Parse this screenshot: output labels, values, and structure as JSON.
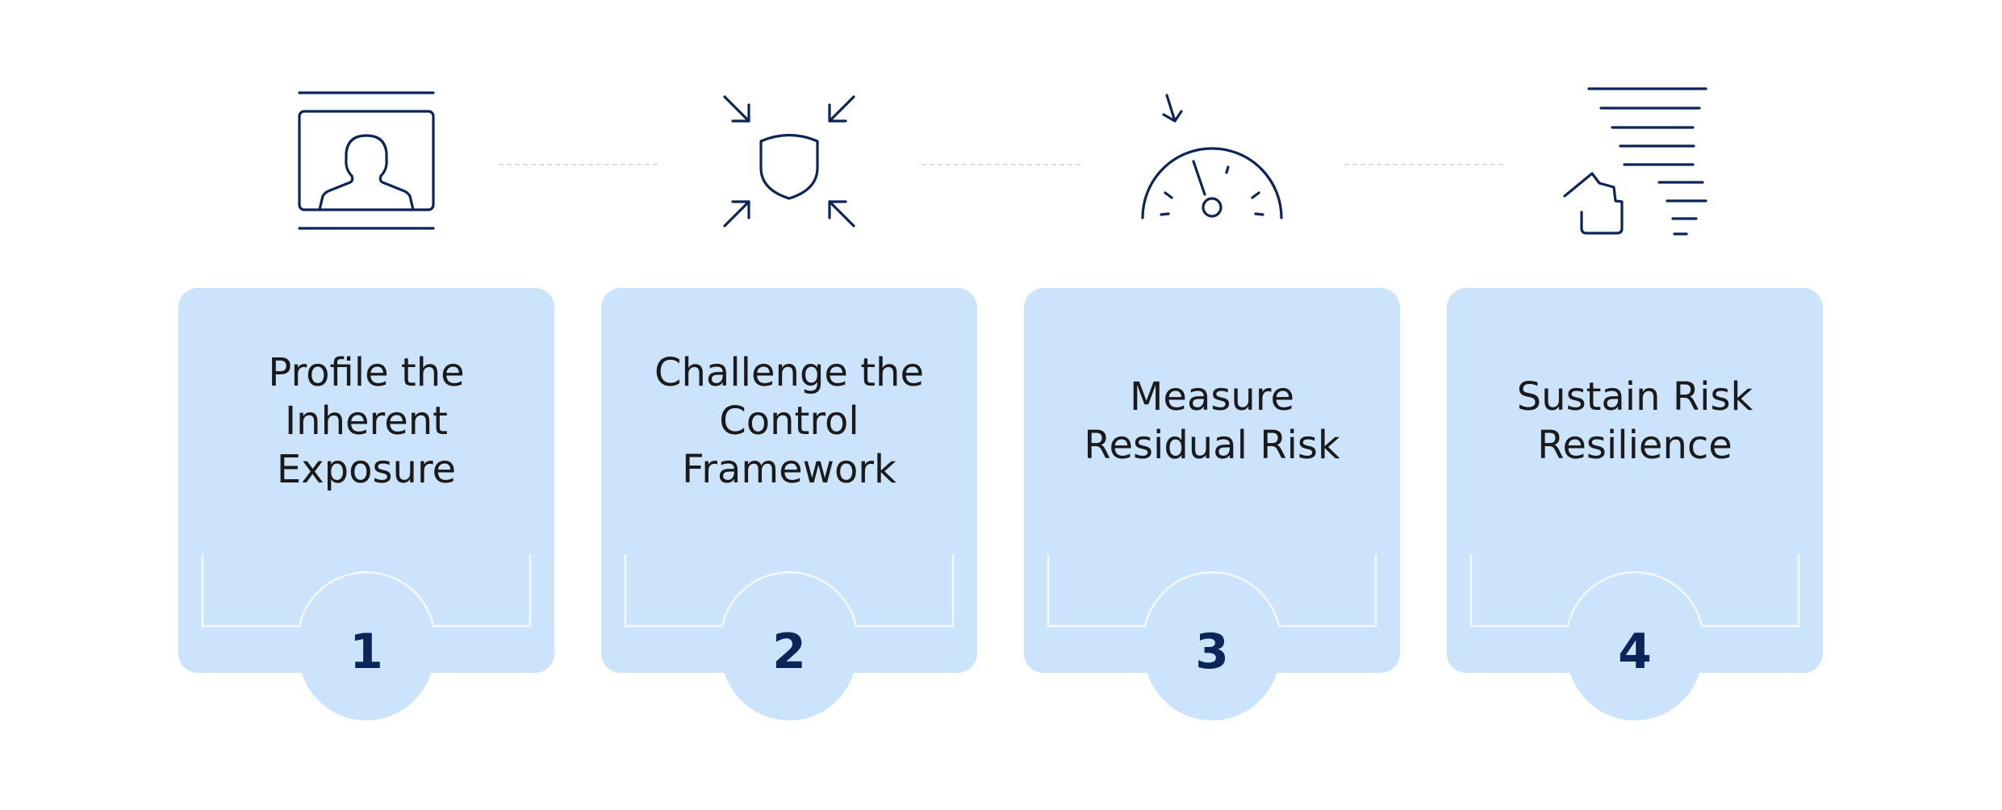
{
  "colors": {
    "card_fill": "#cce4fb",
    "icon_stroke": "#0b2559",
    "number_color": "#0b2559",
    "title_color": "#1a1a1a",
    "connector": "#d9dee5"
  },
  "steps": [
    {
      "number": "1",
      "title": "Profile the\nInherent\nExposure",
      "icon": "profile-portrait-icon"
    },
    {
      "number": "2",
      "title": "Challenge the\nControl\nFramework",
      "icon": "shield-compress-icon"
    },
    {
      "number": "3",
      "title": "Measure\nResidual Risk",
      "icon": "gauge-meter-icon"
    },
    {
      "number": "4",
      "title": "Sustain Risk\nResilience",
      "icon": "house-storm-wind-icon"
    }
  ]
}
